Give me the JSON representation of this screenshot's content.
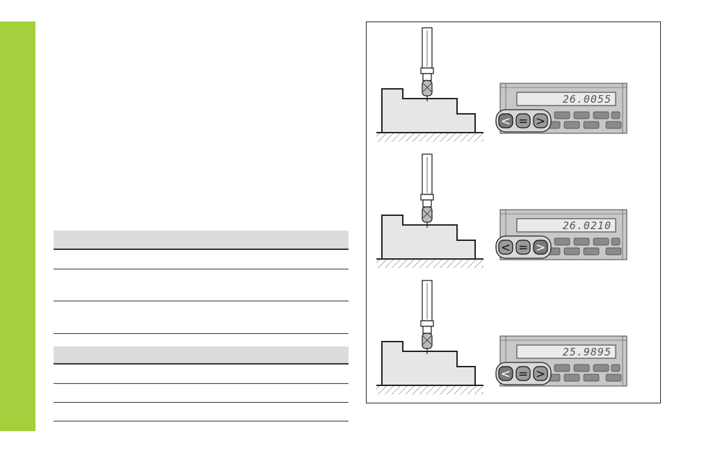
{
  "accent_color": "#a5cf3c",
  "readouts": [
    {
      "display": "26.0055",
      "highlight_key": "less-than"
    },
    {
      "display": "26.0210",
      "highlight_key": "greater-than"
    },
    {
      "display": "25.9895",
      "highlight_key": "less-than"
    }
  ],
  "keys": [
    "<",
    "=",
    ">"
  ]
}
